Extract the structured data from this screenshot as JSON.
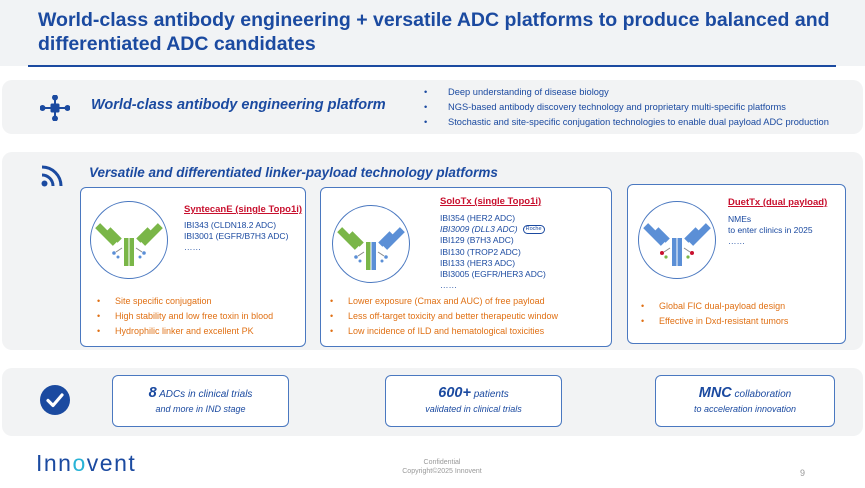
{
  "header": {
    "title": "World-class antibody engineering + versatile ADC platforms to produce balanced and differentiated ADC candidates"
  },
  "section1": {
    "title": "World-class antibody engineering platform",
    "bullets": [
      "Deep understanding of disease biology",
      "NGS-based antibody discovery technology and proprietary multi-specific platforms",
      "Stochastic and site-specific conjugation technologies to enable dual payload ADC production"
    ]
  },
  "section2": {
    "title": "Versatile and differentiated linker-payload technology platforms",
    "platforms": [
      {
        "name": "SyntecanE (single Topo1i)",
        "items": [
          "IBI343 (CLDN18.2 ADC)",
          "IBI3001 (EGFR/B7H3 ADC)",
          "……"
        ],
        "features": [
          "Site specific conjugation",
          "High stability and low free toxin in blood",
          "Hydrophilic linker and excellent PK"
        ]
      },
      {
        "name": "SoloTx (single Topo1i)",
        "items": [
          "IBI354 (HER2 ADC)",
          "IBI3009 (DLL3 ADC)",
          "IBI129 (B7H3 ADC)",
          "IBI130 (TROP2 ADC)",
          "IBI133 (HER3 ADC)",
          "IBI3005 (EGFR/HER3 ADC)",
          "……"
        ],
        "partner_badge": "Roche",
        "features": [
          "Lower exposure (Cmax and AUC) of free payload",
          "Less off-target toxicity and better therapeutic window",
          "Low incidence of ILD and hematological toxicities"
        ]
      },
      {
        "name": "DuetTx (dual payload)",
        "items": [
          "NMEs",
          "to enter clinics in 2025",
          "……"
        ],
        "features": [
          "Global FIC dual-payload design",
          "Effective in Dxd-resistant tumors"
        ]
      }
    ]
  },
  "stats": [
    {
      "big": "8",
      "rest": " ADCs in clinical trials",
      "line2": "and more in IND stage"
    },
    {
      "big": "600+",
      "rest": " patients",
      "line2": "validated in clinical trials"
    },
    {
      "big": "MNC",
      "rest": " collaboration",
      "line2": "to acceleration innovation"
    }
  ],
  "footer": {
    "logo_a": "Inn",
    "logo_b": "o",
    "logo_c": "vent",
    "confidential": "Confidential",
    "copyright": "Copyright©2025  Innovent",
    "page": "9"
  },
  "icons": {
    "section1": "antibody-network-icon",
    "section2": "wifi-signal-icon",
    "stats": "checkmark-icon"
  },
  "colors": {
    "brand_blue": "#1b4aa0",
    "platform_red": "#c8102e",
    "feature_orange": "#e07014",
    "antibody_green": "#7ab648",
    "antibody_blue": "#5b8fd6",
    "logo_accent": "#28b3d6",
    "panel_gray": "#f2f3f4"
  }
}
